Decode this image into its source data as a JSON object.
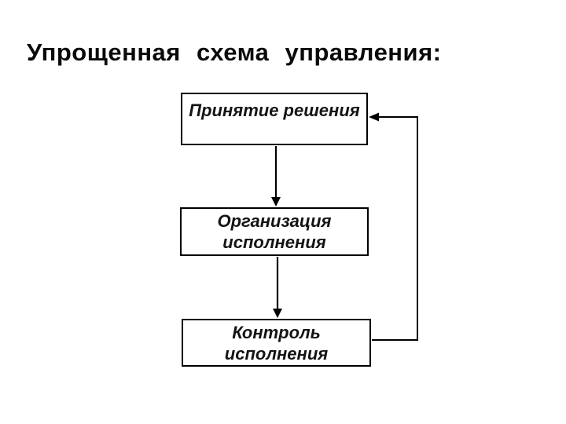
{
  "page": {
    "title": "Упрощенная схема управления:",
    "background_color": "#ffffff",
    "line_color": "#000000",
    "text_color": "#141414"
  },
  "diagram": {
    "boxes": [
      {
        "id": "decision",
        "lines": [
          "Принятие решения"
        ]
      },
      {
        "id": "organization",
        "lines": [
          "Организация",
          "исполнения"
        ]
      },
      {
        "id": "control",
        "lines": [
          "Контроль",
          "исполнения"
        ]
      }
    ],
    "connectors": [
      {
        "from": "decision",
        "to": "organization",
        "type": "arrow-down"
      },
      {
        "from": "organization",
        "to": "control",
        "type": "arrow-down"
      },
      {
        "from": "control",
        "to": "decision",
        "type": "feedback-loop-right"
      }
    ]
  }
}
